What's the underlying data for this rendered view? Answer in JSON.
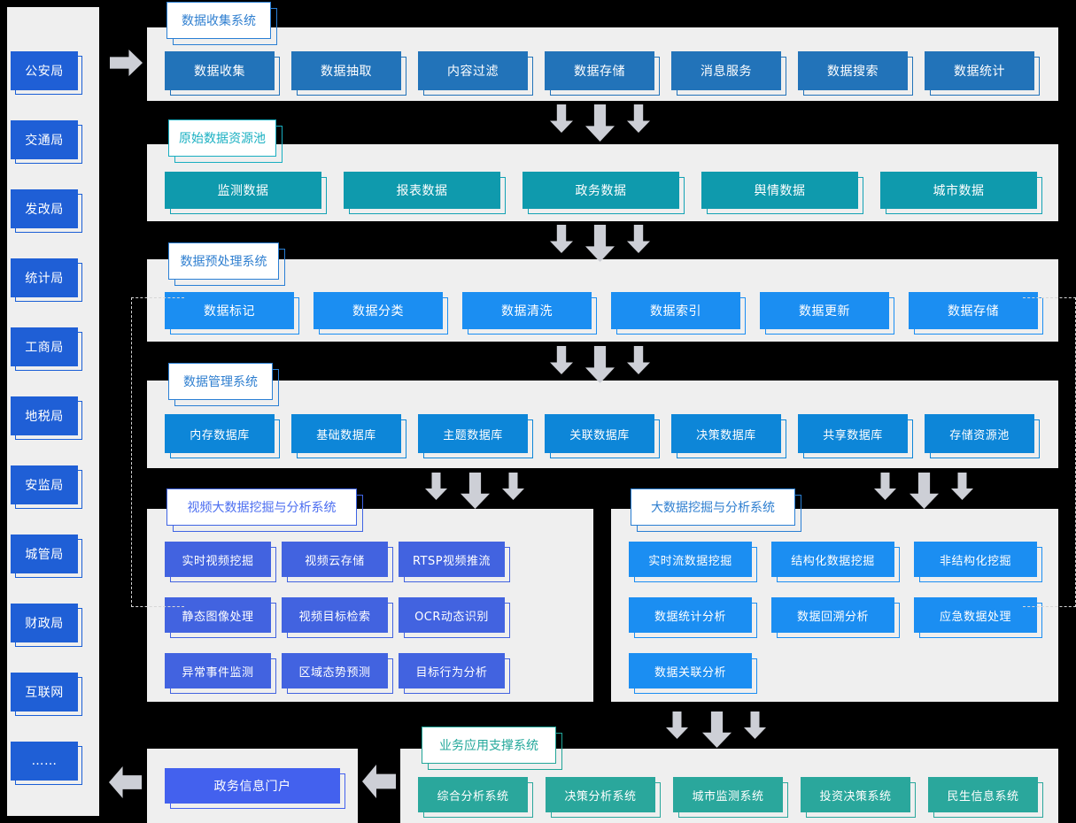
{
  "sidebar": {
    "items": [
      {
        "label": "公安局"
      },
      {
        "label": "交通局"
      },
      {
        "label": "发改局"
      },
      {
        "label": "统计局"
      },
      {
        "label": "工商局"
      },
      {
        "label": "地税局"
      },
      {
        "label": "安监局"
      },
      {
        "label": "城管局"
      },
      {
        "label": "财政局"
      },
      {
        "label": "互联网"
      },
      {
        "label": "……"
      }
    ]
  },
  "sections": {
    "collection": {
      "title": "数据收集系统",
      "items": [
        {
          "label": "数据收集"
        },
        {
          "label": "数据抽取"
        },
        {
          "label": "内容过滤"
        },
        {
          "label": "数据存储"
        },
        {
          "label": "消息服务"
        },
        {
          "label": "数据搜索"
        },
        {
          "label": "数据统计"
        }
      ]
    },
    "raw_pool": {
      "title": "原始数据资源池",
      "items": [
        {
          "label": "监测数据"
        },
        {
          "label": "报表数据"
        },
        {
          "label": "政务数据"
        },
        {
          "label": "舆情数据"
        },
        {
          "label": "城市数据"
        }
      ]
    },
    "preprocess": {
      "title": "数据预处理系统",
      "items": [
        {
          "label": "数据标记"
        },
        {
          "label": "数据分类"
        },
        {
          "label": "数据清洗"
        },
        {
          "label": "数据索引"
        },
        {
          "label": "数据更新"
        },
        {
          "label": "数据存储"
        }
      ]
    },
    "management": {
      "title": "数据管理系统",
      "items": [
        {
          "label": "内存数据库"
        },
        {
          "label": "基础数据库"
        },
        {
          "label": "主题数据库"
        },
        {
          "label": "关联数据库"
        },
        {
          "label": "决策数据库"
        },
        {
          "label": "共享数据库"
        },
        {
          "label": "存储资源池"
        }
      ]
    },
    "video_mining": {
      "title": "视频大数据挖掘与分析系统",
      "items": [
        {
          "label": "实时视频挖掘"
        },
        {
          "label": "视频云存储"
        },
        {
          "label": "RTSP视频推流"
        },
        {
          "label": "静态图像处理"
        },
        {
          "label": "视频目标检索"
        },
        {
          "label": "OCR动态识别"
        },
        {
          "label": "异常事件监测"
        },
        {
          "label": "区域态势预测"
        },
        {
          "label": "目标行为分析"
        }
      ]
    },
    "data_mining": {
      "title": "大数据挖掘与分析系统",
      "items": [
        {
          "label": "实时流数据挖掘"
        },
        {
          "label": "结构化数据挖掘"
        },
        {
          "label": "非结构化挖掘"
        },
        {
          "label": "数据统计分析"
        },
        {
          "label": "数据回溯分析"
        },
        {
          "label": "应急数据处理"
        },
        {
          "label": "数据关联分析"
        }
      ]
    },
    "portal": {
      "items": [
        {
          "label": "政务信息门户"
        }
      ]
    },
    "business": {
      "title": "业务应用支撑系统",
      "items": [
        {
          "label": "综合分析系统"
        },
        {
          "label": "决策分析系统"
        },
        {
          "label": "城市监测系统"
        },
        {
          "label": "投资决策系统"
        },
        {
          "label": "民生信息系统"
        }
      ]
    }
  },
  "colors": {
    "sidebar_box": "#1f5fd6",
    "collection_box": "#2273b9",
    "raw_pool_box": "#0f9aad",
    "preprocess_box": "#1b8ef2",
    "management_box": "#0d86d8",
    "video_box": "#4263e0",
    "mining_box": "#1b8ef2",
    "portal_box": "#4361ee",
    "business_box": "#2aa79c",
    "panel_bg": "#efefef",
    "arrow": "#cdcfd6",
    "canvas": "#000000"
  },
  "flow_arrows": {
    "inbound": "arrow-right",
    "outbound": "arrow-left",
    "between_sections": "arrow-down"
  }
}
